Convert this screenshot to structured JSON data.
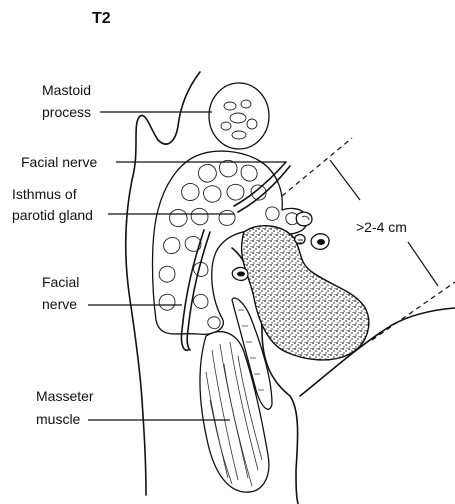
{
  "title": "T2",
  "labels": {
    "mastoid_line1": "Mastoid",
    "mastoid_line2": "process",
    "facial_nerve_top": "Facial nerve",
    "isthmus_line1": "Isthmus of",
    "isthmus_line2": "parotid gland",
    "facial_nerve_lower_line1": "Facial",
    "facial_nerve_lower_line2": "nerve",
    "masseter_line1": "Masseter",
    "masseter_line2": "muscle",
    "measurement": ">2-4 cm"
  }
}
